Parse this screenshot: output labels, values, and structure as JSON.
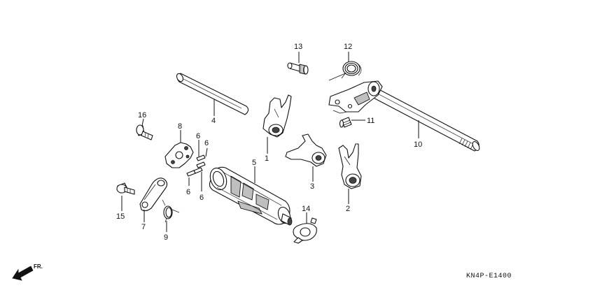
{
  "diagram": {
    "code": "KN4P-E1400",
    "direction_label": "FR.",
    "callouts": [
      {
        "id": "1",
        "text": "1"
      },
      {
        "id": "2",
        "text": "2"
      },
      {
        "id": "3",
        "text": "3"
      },
      {
        "id": "4",
        "text": "4"
      },
      {
        "id": "5",
        "text": "5"
      },
      {
        "id": "6a",
        "text": "6"
      },
      {
        "id": "6b",
        "text": "6"
      },
      {
        "id": "6c",
        "text": "6"
      },
      {
        "id": "6d",
        "text": "6"
      },
      {
        "id": "7",
        "text": "7"
      },
      {
        "id": "8",
        "text": "8"
      },
      {
        "id": "9",
        "text": "9"
      },
      {
        "id": "10",
        "text": "10"
      },
      {
        "id": "11",
        "text": "11"
      },
      {
        "id": "12",
        "text": "12"
      },
      {
        "id": "13",
        "text": "13"
      },
      {
        "id": "14",
        "text": "14"
      },
      {
        "id": "15",
        "text": "15"
      },
      {
        "id": "16",
        "text": "16"
      }
    ]
  }
}
